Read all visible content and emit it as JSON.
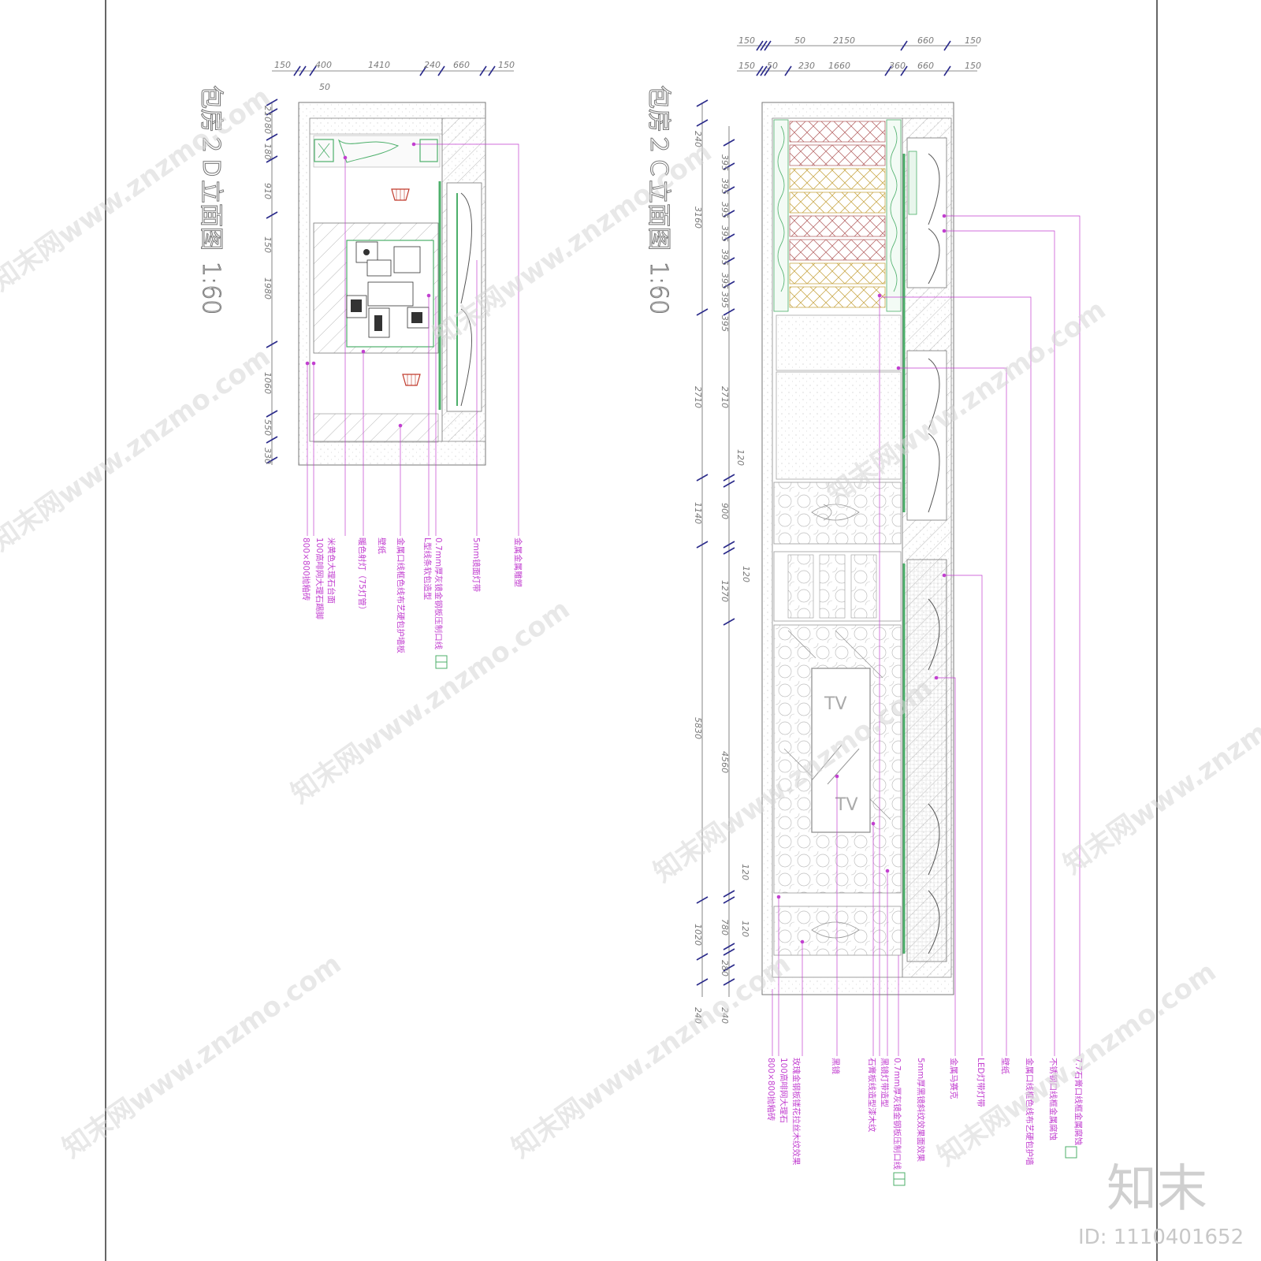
{
  "drawing_d": {
    "title": "包房２Ｄ立面图",
    "scale": "1:60",
    "top_dims": [
      "150",
      "400",
      "1410",
      "240",
      "660",
      "150"
    ],
    "sub_dim": "50",
    "left_dims": [
      "210",
      "80",
      "180",
      "910",
      "150",
      "1980",
      "1060",
      "550",
      "330"
    ],
    "labels": [
      "800×800抛釉砖",
      "100高啡网大理石踢脚",
      "米黄色大理石台面",
      "暖色射灯（75灯管）",
      "壁纸",
      "金属口线框色线布艺硬包护墙板",
      "0.7mm厚灰镜金钢板压制口线",
      "L型线条软包造型",
      "5mm镜面灯带",
      "金属金属雕塑"
    ]
  },
  "drawing_c": {
    "title": "包房２Ｃ立面图",
    "scale": "1:60",
    "top_dims_row1": [
      "150",
      "50",
      "2150",
      "660",
      "150"
    ],
    "top_dims_row2": [
      "150",
      "50",
      "230",
      "1660",
      "360",
      "660",
      "150"
    ],
    "left_dims_outer": [
      "240",
      "3160",
      "2710",
      "1140",
      "5830",
      "1020",
      "240"
    ],
    "left_dims_inner": [
      "395",
      "395",
      "395",
      "395",
      "395",
      "395",
      "395",
      "395",
      "2710",
      "120",
      "900",
      "120",
      "1270",
      "4560",
      "120",
      "780",
      "120",
      "280",
      "240"
    ],
    "tv_label": "TV",
    "labels": [
      "800×800抛釉砖",
      "100高啡网大理石",
      "玫瑰金钢板镂花拉丝木纹效果",
      "黑镜",
      "石膏板线造型漆木纹",
      "黑镜灯带造型",
      "0.7mm厚灰镜金钢板压制口线",
      "5mm厚黑镜斜纹效果面效果",
      "金属马赛克",
      "LED灯带灯带",
      "壁纸",
      "金属口线框色线布艺硬包护墙",
      "不锈钢口线框金属腐蚀",
      "7.7石膏口线框金属腐蚀"
    ]
  },
  "watermark": {
    "text": "知末网www.znzmo.com"
  },
  "brand": {
    "logo": "知末",
    "id_text": "ID: 1110401652"
  }
}
